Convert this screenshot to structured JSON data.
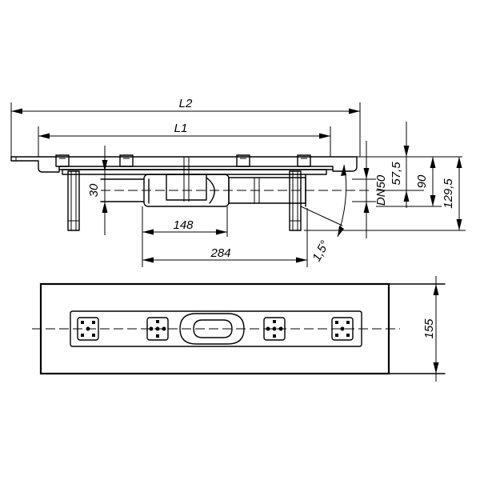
{
  "dimensions": {
    "overall_length": "L2",
    "inner_length": "L1",
    "offset_148": "148",
    "length_284": "284",
    "pipe": "DN50",
    "height_57_5": "57,5",
    "height_90": "90",
    "height_129_5": "129,5",
    "height_30": "30",
    "slope": "1,5°",
    "width_155": "155"
  }
}
